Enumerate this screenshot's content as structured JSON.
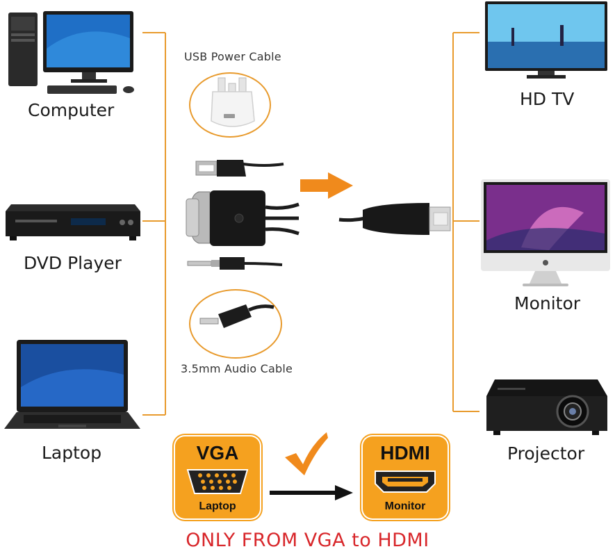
{
  "colors": {
    "accent": "#f5a11f",
    "bracket": "#e89a2c",
    "footer_text": "#d8262a"
  },
  "sources": [
    {
      "label": "Computer",
      "icon": "desktop-computer-icon"
    },
    {
      "label": "DVD Player",
      "icon": "dvd-player-icon"
    },
    {
      "label": "Laptop",
      "icon": "laptop-icon"
    }
  ],
  "displays": [
    {
      "label": "HD TV",
      "icon": "tv-icon"
    },
    {
      "label": "Monitor",
      "icon": "monitor-icon"
    },
    {
      "label": "Projector",
      "icon": "projector-icon"
    }
  ],
  "cables": {
    "usb_label": "USB Power Cable",
    "audio_label": "3.5mm Audio Cable"
  },
  "badges": {
    "vga": {
      "title": "VGA",
      "subtitle": "Laptop"
    },
    "hdmi": {
      "title": "HDMI",
      "subtitle": "Monitor"
    }
  },
  "footer": "ONLY FROM VGA to HDMI"
}
